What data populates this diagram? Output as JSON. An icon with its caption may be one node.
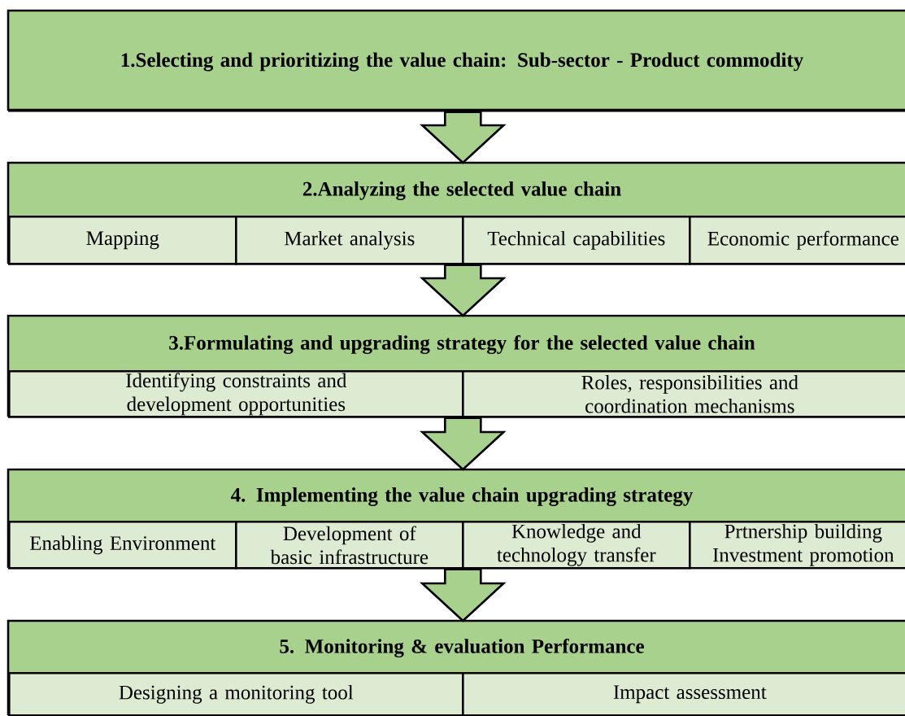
{
  "diagram": {
    "nodes": [
      {
        "text": [
          "1.**Selecting and prioritizing the value chain: Sub-sector - Product commodity**"
        ]
      },
      {
        "text": [
          "2.Analyzing the selected value chain"
        ]
      },
      {
        "text": [
          "Mapping"
        ],
        "in": 1
      },
      {
        "text": [
          "Market analysis"
        ],
        "in": 1
      },
      {
        "text": [
          "Technical capabilities"
        ],
        "in": 1
      },
      {
        "text": [
          "Economic performance"
        ],
        "in": 1
      },
      {
        "text": [
          "3.Formulating and upgrading strategy for the selected value chain"
        ]
      },
      {
        "text": [
          "Identifying constraints and development opportunities"
        ],
        "in": 6
      },
      {
        "text": [
          "Roles, responsibilities and coordination mechanisms"
        ],
        "in": 6
      },
      {
        "text": [
          "4. Implementing the value chain upgrading strategy"
        ]
      },
      {
        "text": [
          "Enabling Environment"
        ],
        "in": 9
      },
      {
        "text": [
          "Development of basic infrastructure"
        ],
        "in": 9
      },
      {
        "text": [
          "Knowledge and technology transfer"
        ],
        "in": 9
      },
      {
        "text": [
          "Prtnership building Investment promotion"
        ],
        "in": 9
      },
      {
        "text": [
          "5. Monitoring & evaluation Performance"
        ]
      },
      {
        "text": [
          "Designing a monitoring tool"
        ],
        "in": 14
      },
      {
        "text": [
          "Impact assessment"
        ],
        "in": 14
      }
    ],
    "edges": [
      {
        "from": 0,
        "to": 1,
        "arrow": "to"
      },
      {
        "from": 1,
        "to": 6,
        "arrow": "to"
      },
      {
        "from": 6,
        "to": 9,
        "arrow": "to"
      },
      {
        "from": 9,
        "to": 14,
        "arrow": "to"
      }
    ]
  }
}
